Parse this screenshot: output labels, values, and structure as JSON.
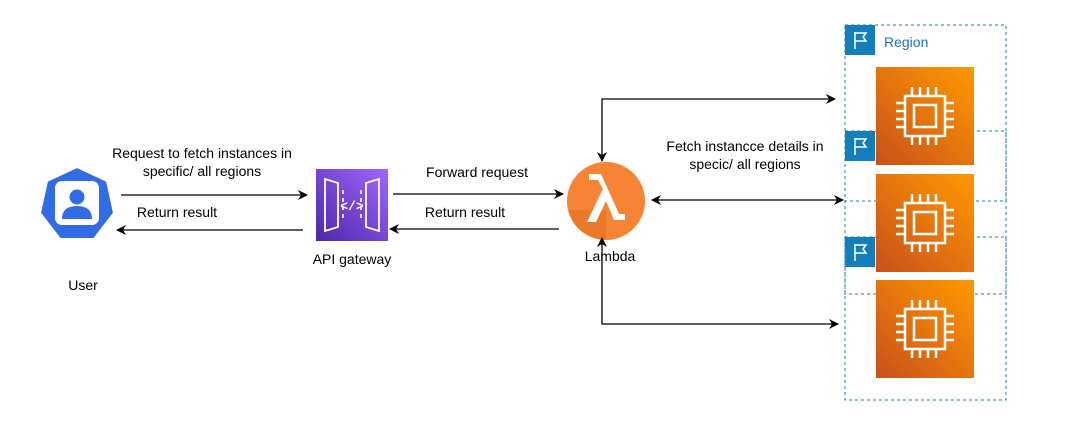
{
  "diagram": {
    "nodes": {
      "user": {
        "label": "User",
        "icon": "user-icon"
      },
      "api_gateway": {
        "label": "API gateway",
        "icon": "api-gateway-icon"
      },
      "lambda": {
        "label": "Lambda",
        "icon": "lambda-icon"
      },
      "region": {
        "label": "Region",
        "icon": "flag-icon"
      },
      "ec2_instances": [
        {
          "icon": "ec2-instance-icon"
        },
        {
          "icon": "ec2-instance-icon"
        },
        {
          "icon": "ec2-instance-icon"
        }
      ]
    },
    "edges": {
      "user_to_api_line1": "Request to fetch instances in",
      "user_to_api_line2": "specific/ all regions",
      "api_to_user": "Return result",
      "api_to_lambda": "Forward request",
      "lambda_to_api": "Return result",
      "lambda_to_ec2_line1": "Fetch instancce details in",
      "lambda_to_ec2_line2": "specic/ all regions"
    }
  },
  "colors": {
    "user_blue": "#326ce5",
    "api_purple": "#7b3fe4",
    "lambda_orange": "#f58534",
    "ec2_orange": "#e8720c",
    "region_blue": "#1a73c7",
    "region_border": "#147eba"
  }
}
